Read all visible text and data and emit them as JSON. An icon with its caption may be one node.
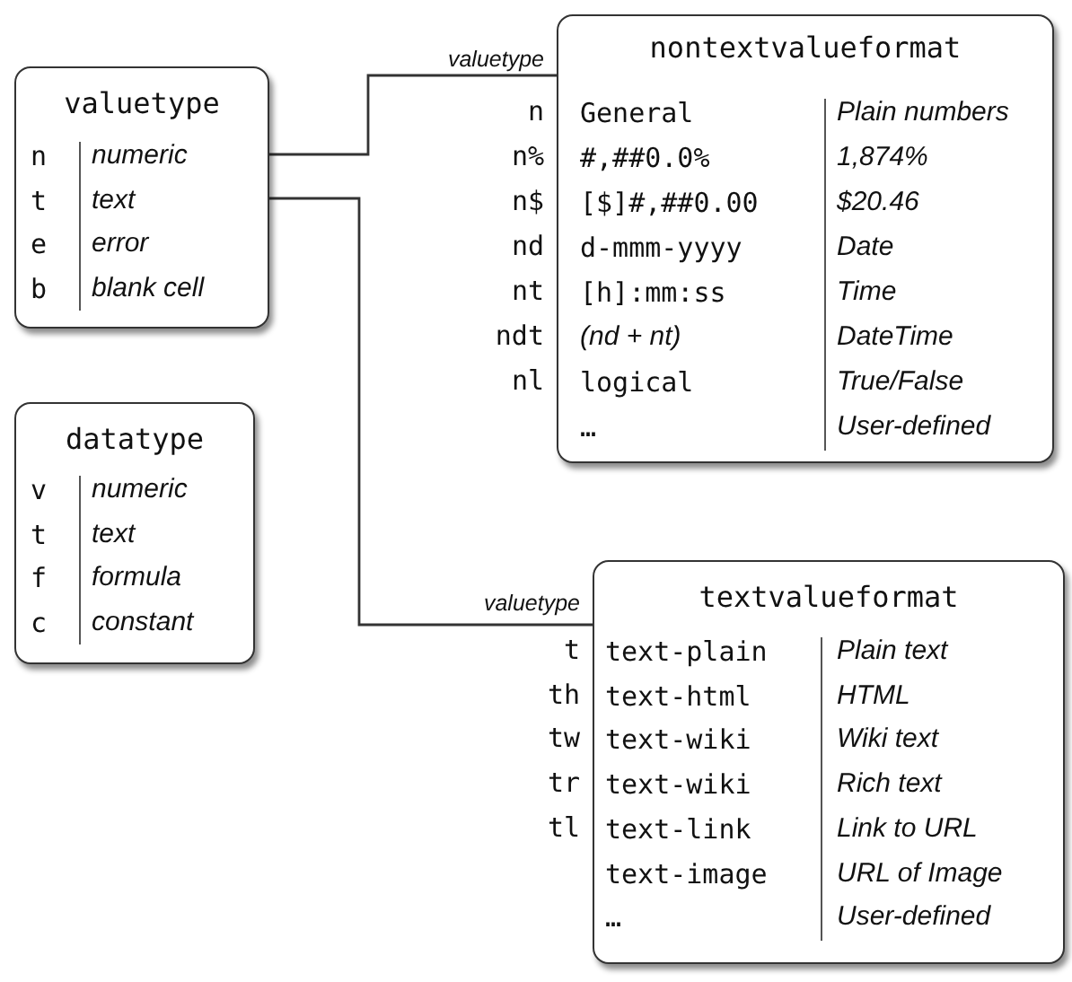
{
  "diagram": {
    "nodes": [
      {
        "text": [
          "valuetype",
          "n",
          "numeric",
          "t",
          "text",
          "e",
          "error",
          "b",
          "blank cell"
        ]
      },
      {
        "text": [
          "datatype",
          "v",
          "numeric",
          "t",
          "text",
          "f",
          "formula",
          "c",
          "constant"
        ]
      },
      {
        "text": [
          "nontextvalueformat",
          "General",
          "Plain numbers",
          "#,##0.0%",
          "1,874%",
          "[$]#,##0.00",
          "$20.46",
          "d-mmm-yyyy",
          "Date",
          "[h]:mm:ss",
          "Time",
          "(nd + nt)",
          "DateTime",
          "logical",
          "True/False",
          "…",
          "User-defined"
        ],
        "beside": [
          "valuetype",
          "n",
          "n%",
          "n$",
          "nd",
          "nt",
          "ndt",
          "nl"
        ]
      },
      {
        "text": [
          "textvalueformat",
          "text-plain",
          "Plain text",
          "text-html",
          "HTML",
          "text-wiki",
          "Wiki text",
          "text-wiki",
          "Rich text",
          "text-link",
          "Link to URL",
          "text-image",
          "URL of Image",
          "…",
          "User-defined"
        ],
        "beside": [
          "valuetype",
          "t",
          "th",
          "tw",
          "tr",
          "tl"
        ]
      }
    ],
    "edges": [
      {
        "from": 0,
        "to": 2,
        "arrow": "none"
      },
      {
        "from": 0,
        "to": 3,
        "arrow": "none"
      }
    ]
  }
}
